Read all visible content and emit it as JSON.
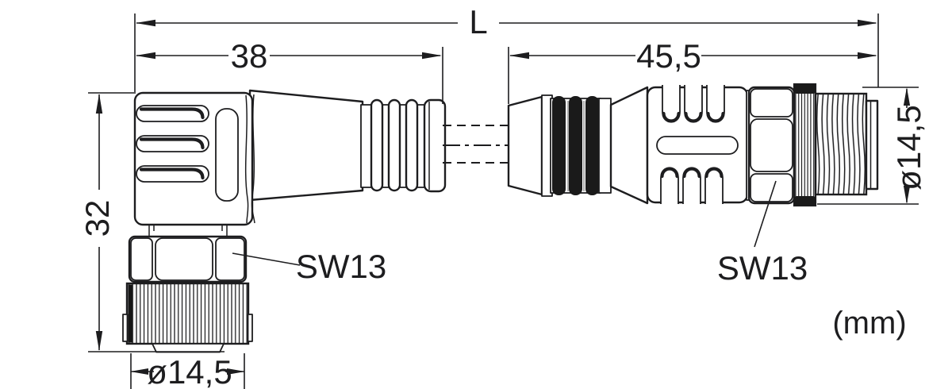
{
  "labels": {
    "overall_length": "L",
    "left_connector_length": "38",
    "right_connector_length": "45,5",
    "left_connector_height": "32",
    "left_connector_diameter": "ø14,5",
    "right_connector_diameter": "ø14,5",
    "left_wrench_size": "SW13",
    "right_wrench_size": "SW13",
    "unit_note": "(mm)"
  },
  "colors": {
    "line": "#1d1d1f",
    "background": "#ffffff",
    "seal_ring": "#1a1a1a",
    "shading_gray": "#9a9a9a"
  }
}
